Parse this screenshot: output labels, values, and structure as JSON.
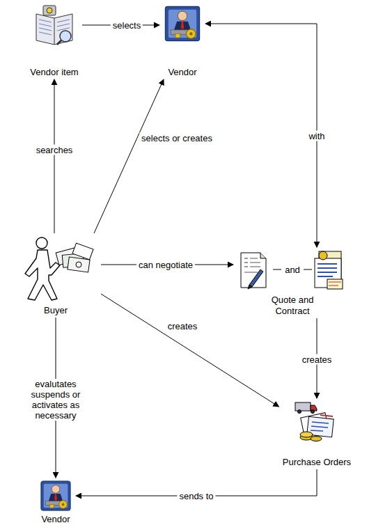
{
  "diagram": {
    "nodes": [
      {
        "text": [
          "Vendor item"
        ]
      },
      {
        "text": [
          "Vendor"
        ]
      },
      {
        "text": [
          "Buyer"
        ]
      },
      {
        "text": [
          "Quote and Contract"
        ]
      },
      {
        "text": [
          "Purchase Orders"
        ]
      },
      {
        "text": [
          "Vendor"
        ]
      }
    ],
    "edges": [
      {
        "from": 0,
        "to": 1,
        "label": "selects",
        "arrow": "to"
      },
      {
        "from": 2,
        "to": 0,
        "label": "searches",
        "arrow": "to"
      },
      {
        "from": 2,
        "to": 1,
        "label": "selects or creates",
        "arrow": "to"
      },
      {
        "from": 1,
        "to": 3,
        "label": "with",
        "arrow": "both"
      },
      {
        "from": 2,
        "to": 3,
        "label": "can negotiate",
        "arrow": "to"
      },
      {
        "from": 2,
        "to": 4,
        "label": "creates",
        "arrow": "to"
      },
      {
        "from": 3,
        "to": 4,
        "label": "creates",
        "arrow": "to"
      },
      {
        "from": 4,
        "to": 5,
        "label": "sends to",
        "arrow": "to"
      },
      {
        "from": 2,
        "to": 5,
        "label": "evalutates suspends or activates as necessary",
        "arrow": "to"
      }
    ],
    "labels": [
      "and"
    ]
  }
}
